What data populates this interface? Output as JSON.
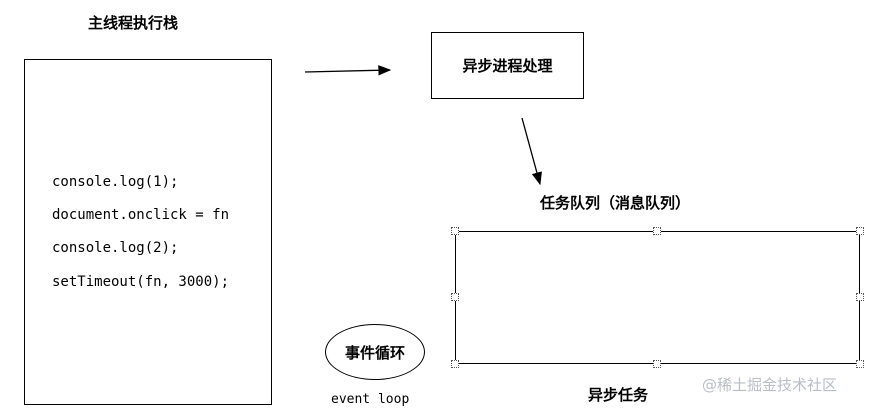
{
  "stack": {
    "title": "主线程执行栈",
    "lines": [
      "console.log(1);",
      "document.onclick = fn",
      "console.log(2);",
      "setTimeout(fn, 3000);"
    ]
  },
  "async_process": {
    "label": "异步进程处理"
  },
  "queue": {
    "title": "任务队列（消息队列）",
    "label": "异步任务"
  },
  "event_loop": {
    "label_cn": "事件循环",
    "label_en": "event loop"
  },
  "watermark": {
    "text": "@稀土掘金技术社区"
  }
}
